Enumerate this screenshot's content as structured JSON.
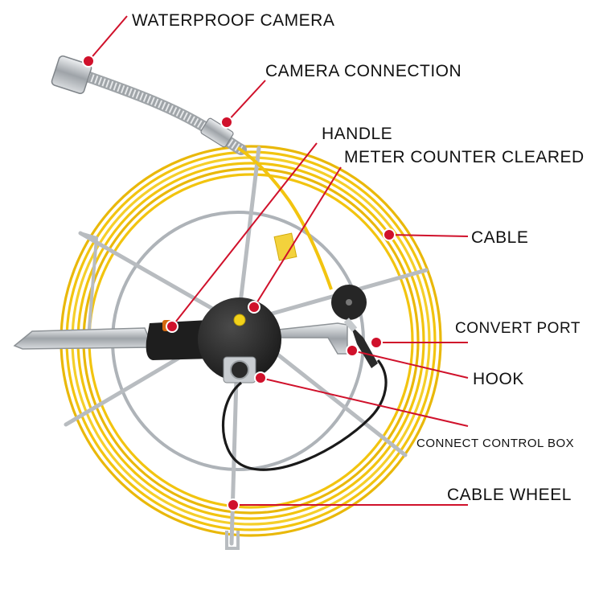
{
  "labels": {
    "waterproof_camera": "WATERPROOF CAMERA",
    "camera_connection": "CAMERA CONNECTION",
    "handle": "HANDLE",
    "meter_counter_cleared": "METER COUNTER CLEARED",
    "cable": "CABLE",
    "convert_port": "CONVERT PORT",
    "hook": "HOOK",
    "connect_control_box": "CONNECT CONTROL BOX",
    "cable_wheel": "CABLE WHEEL"
  },
  "colors": {
    "callout": "#d0112b",
    "cable": "#f2c40f",
    "frame": "#b8bcc0",
    "hub": "#2b2b2b"
  }
}
